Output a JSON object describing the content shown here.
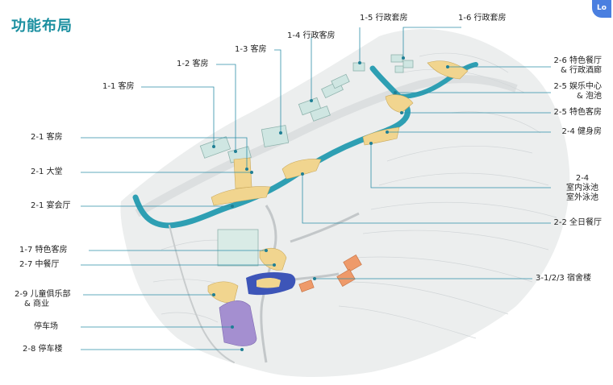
{
  "title": "功能布局",
  "badge": "Lo",
  "labels": {
    "l_1_1": "1-1 客房",
    "l_1_2": "1-2 客房",
    "l_1_3": "1-3 客房",
    "l_1_4": "1-4 行政客房",
    "l_1_5": "1-5 行政套房",
    "l_1_6": "1-6 行政套房",
    "l_2_6": [
      "2-6 特色餐厅",
      "& 行政酒廊"
    ],
    "l_2_5a": [
      "2-5 娱乐中心",
      "& 泡池"
    ],
    "l_2_5b": "2-5 特色客房",
    "l_2_4a": "2-4 健身房",
    "l_2_4b": [
      "2-4",
      "室内泳池",
      "室外泳池"
    ],
    "l_2_2": "2-2 全日餐厅",
    "l_3": "3-1/2/3 宿舍楼",
    "l_2_1a": "2-1 客房",
    "l_2_1b": "2-1 大堂",
    "l_2_1c": "2-1 宴会厅",
    "l_1_7": "1-7 特色客房",
    "l_2_7": "2-7 中餐厅",
    "l_2_9": [
      "2-9 儿童俱乐部",
      "& 商业"
    ],
    "l_park": "停车场",
    "l_2_8": "2-8 停车楼"
  },
  "colors": {
    "accent": "#1a8fa0",
    "water": "#2e9fb3",
    "building_room": "#cfe6e2",
    "facility": "#f1d58f",
    "parking": "#a48fd0",
    "dorm": "#ee9a6a",
    "leader": "#2e8fa8"
  }
}
